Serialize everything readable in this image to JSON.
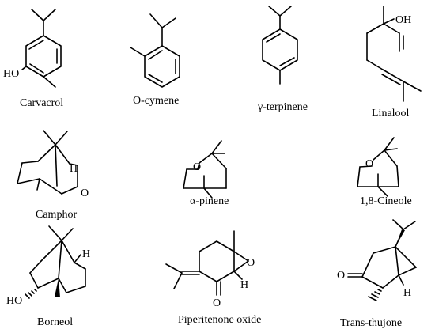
{
  "molecules": [
    {
      "name": "Carvacrol",
      "atoms": [
        "HO"
      ]
    },
    {
      "name": "O-cymene",
      "atoms": []
    },
    {
      "name": "γ-terpinene",
      "atoms": []
    },
    {
      "name": "Linalool",
      "atoms": [
        "OH"
      ]
    },
    {
      "name": "Camphor",
      "atoms": [
        "H",
        "O"
      ]
    },
    {
      "name": "α-pinene",
      "atoms": [
        "O"
      ]
    },
    {
      "name": "1,8-Cineole",
      "atoms": [
        "O"
      ]
    },
    {
      "name": "Borneol",
      "atoms": [
        "H",
        "HO"
      ]
    },
    {
      "name": "Piperitenone oxide",
      "atoms": [
        "O",
        "O",
        "H"
      ]
    },
    {
      "name": "Trans-thujone",
      "atoms": [
        "O",
        "H"
      ]
    }
  ]
}
